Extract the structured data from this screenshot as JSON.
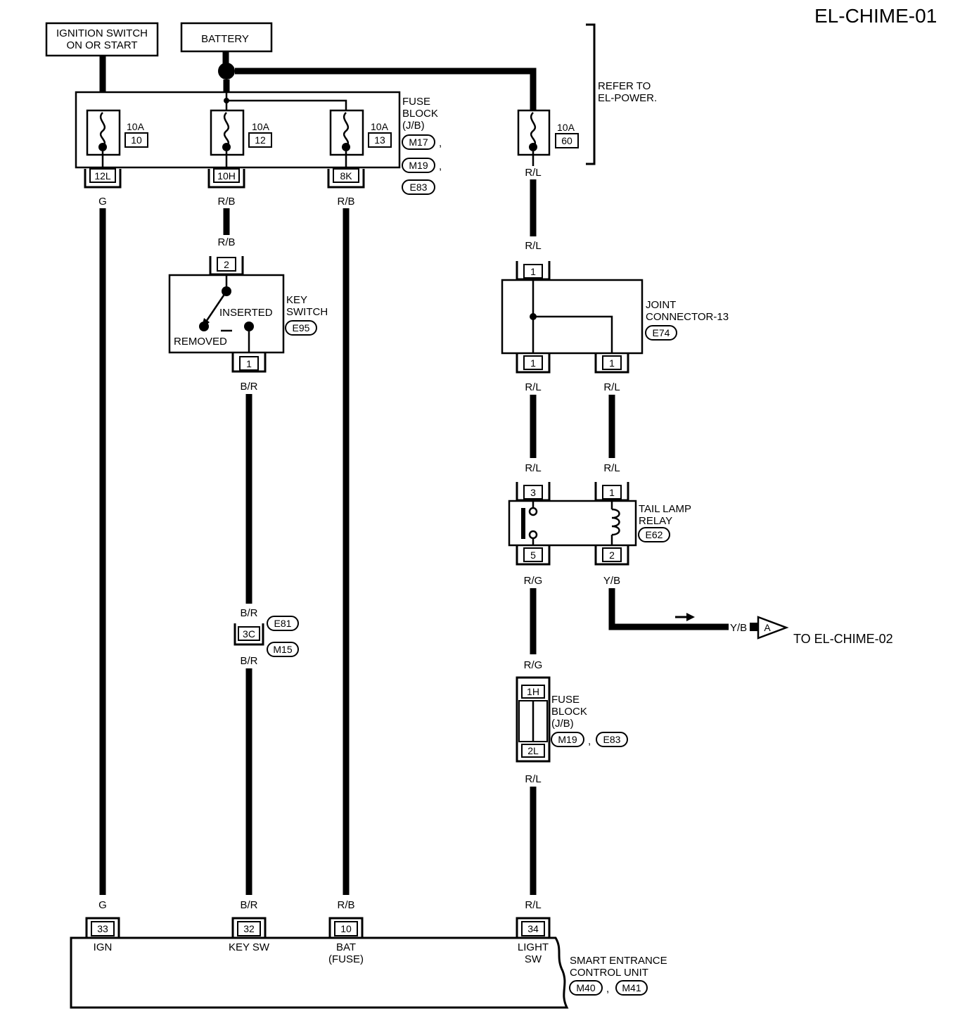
{
  "title": "EL-CHIME-01",
  "sources": {
    "ignition": [
      "IGNITION SWITCH",
      "ON OR START"
    ],
    "battery": "BATTERY"
  },
  "refer": [
    "REFER TO",
    "EL-POWER."
  ],
  "fuse_block_top": {
    "label": [
      "FUSE",
      "BLOCK",
      "(J/B)"
    ],
    "connectors": [
      "M17",
      "M19",
      "E83"
    ],
    "fuses": [
      {
        "amp": "10A",
        "num": "10",
        "terminal": "12L",
        "wire": "G"
      },
      {
        "amp": "10A",
        "num": "12",
        "terminal": "10H",
        "wire": "R/B"
      },
      {
        "amp": "10A",
        "num": "13",
        "terminal": "8K",
        "wire": "R/B"
      }
    ]
  },
  "fuse_60": {
    "amp": "10A",
    "num": "60",
    "wire": "R/L"
  },
  "key_switch": {
    "label": [
      "KEY",
      "SWITCH"
    ],
    "connector": "E95",
    "terminal_in": "2",
    "terminal_out": "1",
    "wire_in": "R/B",
    "wire_out": "B/R",
    "inserted": "INSERTED",
    "removed": "REMOVED"
  },
  "inline_connector": {
    "terminal": "3C",
    "connectors": [
      "E81",
      "M15"
    ],
    "wire_top": "B/R",
    "wire_bottom": "B/R"
  },
  "joint_connector": {
    "label": [
      "JOINT",
      "CONNECTOR-13"
    ],
    "connector": "E74",
    "terminal_in": "1",
    "terminal_out_left": "1",
    "terminal_out_right": "1",
    "wire_in": "R/L",
    "wire_out_left": "R/L",
    "wire_out_right": "R/L"
  },
  "tail_lamp_relay": {
    "label": [
      "TAIL LAMP",
      "RELAY"
    ],
    "connector": "E62",
    "terminals": {
      "t3": "3",
      "t1": "1",
      "t5": "5",
      "t2": "2"
    },
    "wires_in": [
      "R/L",
      "R/L"
    ],
    "wire_out_left": "R/G",
    "wire_out_right": "Y/B"
  },
  "to_next": {
    "wire": "Y/B",
    "tag": "A",
    "text": "TO EL-CHIME-02"
  },
  "fuse_block_mid": {
    "label": [
      "FUSE",
      "BLOCK",
      "(J/B)"
    ],
    "connectors": [
      "M19",
      "E83"
    ],
    "terminal_top": "1H",
    "terminal_bottom": "2L",
    "wire_top": "R/G",
    "wire_bottom": "R/L"
  },
  "control_unit": {
    "label": [
      "SMART ENTRANCE",
      "CONTROL UNIT"
    ],
    "connectors": [
      "M40",
      "M41"
    ],
    "pins": [
      {
        "num": "33",
        "wire": "G",
        "name": [
          "IGN"
        ]
      },
      {
        "num": "32",
        "wire": "B/R",
        "name": [
          "KEY SW"
        ]
      },
      {
        "num": "10",
        "wire": "R/B",
        "name": [
          "BAT",
          "(FUSE)"
        ]
      },
      {
        "num": "34",
        "wire": "R/L",
        "name": [
          "LIGHT",
          "SW"
        ]
      }
    ]
  }
}
